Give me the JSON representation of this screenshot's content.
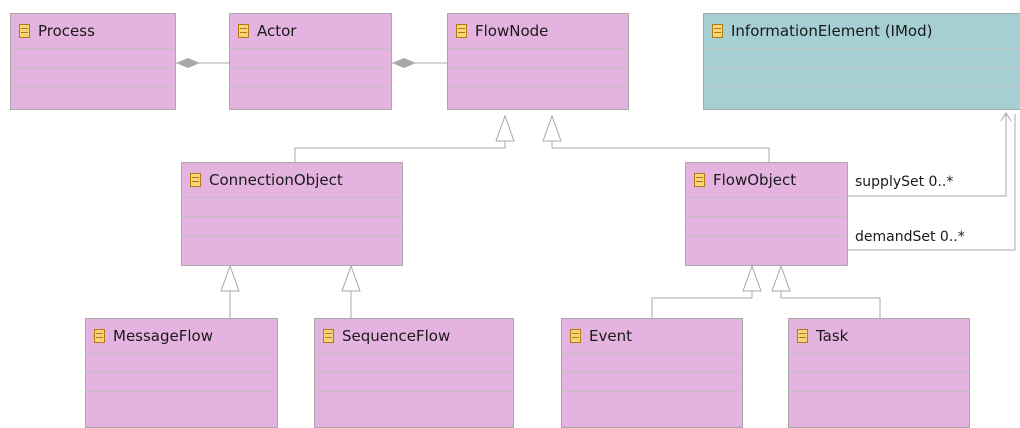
{
  "classes": {
    "process": "Process",
    "actor": "Actor",
    "flow_node": "FlowNode",
    "information_element": "InformationElement (IMod)",
    "connection_object": "ConnectionObject",
    "flow_object": "FlowObject",
    "message_flow": "MessageFlow",
    "sequence_flow": "SequenceFlow",
    "event": "Event",
    "task": "Task"
  },
  "associations": {
    "supply_set": "supplySet 0..*",
    "demand_set": "demandSet 0..*"
  },
  "colors": {
    "class_fill": "#e4b3e0",
    "information_element_fill": "#a6cfd3",
    "line": "#a8a8a8",
    "icon_fill": "#f6d679"
  },
  "icons": {
    "class_icon": "class-icon"
  }
}
